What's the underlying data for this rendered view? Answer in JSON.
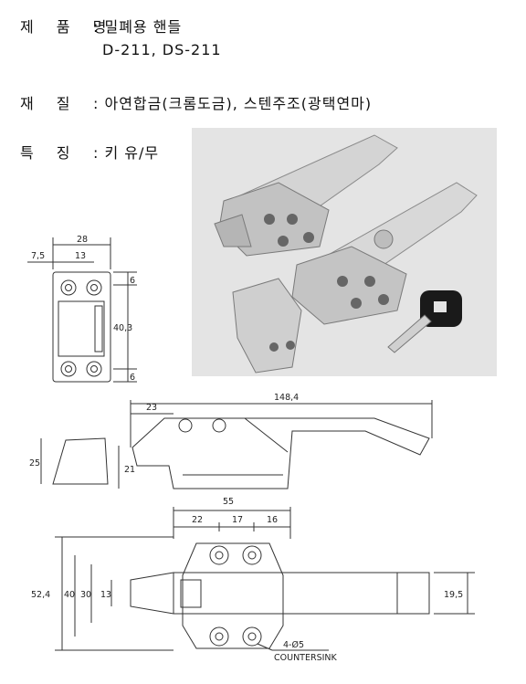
{
  "spec": {
    "product_label": "제 품 명",
    "product_value": "밀폐용 핸들",
    "models": "D-211, DS-211",
    "material_label": "재 질",
    "material_value": "아연합금(크롬도금), 스텐주조(광택연마)",
    "feature_label": "특 징",
    "feature_value": "키 유/무",
    "separator": ":"
  },
  "drawing": {
    "front_view": {
      "w": "28",
      "a": "7,5",
      "b": "13",
      "top": "6",
      "h": "40,3",
      "bottom": "6"
    },
    "side_view": {
      "len": "148,4",
      "off": "23",
      "h1": "25",
      "h2": "21"
    },
    "top_view": {
      "w": "55",
      "d1": "22",
      "d2": "17",
      "d3": "16",
      "h1": "52,4",
      "h2": "40",
      "h3": "30",
      "h4": "13",
      "dia": "19,5",
      "holes": "4-Ø5",
      "note": "COUNTERSINK"
    }
  },
  "colors": {
    "photo_bg": "#e2e2e2",
    "metal": "#c8c8c8",
    "line": "#333333"
  }
}
